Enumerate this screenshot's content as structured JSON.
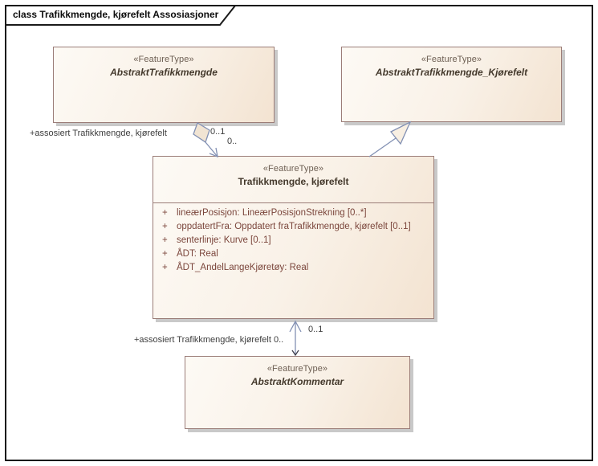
{
  "frame": {
    "title": "class Trafikkmengde, kjørefelt Assosiasjoner"
  },
  "classes": [
    {
      "stereotype": "«FeatureType»",
      "name": "AbstraktTrafikkmengde"
    },
    {
      "stereotype": "«FeatureType»",
      "name": "AbstraktTrafikkmengde_Kjørefelt"
    },
    {
      "stereotype": "«FeatureType»",
      "name": "Trafikkmengde, kjørefelt",
      "attributes": [
        {
          "vis": "+",
          "text": "lineærPosisjon: LineærPosisjonStrekning [0..*]"
        },
        {
          "vis": "+",
          "text": "oppdatertFra: Oppdatert fraTrafikkmengde, kjørefelt [0..1]"
        },
        {
          "vis": "+",
          "text": "senterlinje: Kurve [0..1]"
        },
        {
          "vis": "+",
          "text": "ÅDT: Real"
        },
        {
          "vis": "+",
          "text": "ÅDT_AndelLangeKjøretøy: Real"
        }
      ]
    },
    {
      "stereotype": "«FeatureType»",
      "name": "AbstraktKommentar"
    }
  ],
  "associations": {
    "top": {
      "label": "+assosiert Trafikkmengde, kjørefelt",
      "mult_source": "0..1",
      "mult_target": "0.."
    },
    "bottom": {
      "label": "+assosiert Trafikkmengde, kjørefelt",
      "mult_near_label": "0..",
      "mult_target": "0..1"
    }
  },
  "colors": {
    "box_border": "#9b7d78",
    "box_fill_light": "#fdfaf5",
    "box_fill_dark": "#f3e3d1",
    "connector": "#8290b3",
    "attribute_text": "#7b463c",
    "frame_border": "#1a1a1a"
  }
}
